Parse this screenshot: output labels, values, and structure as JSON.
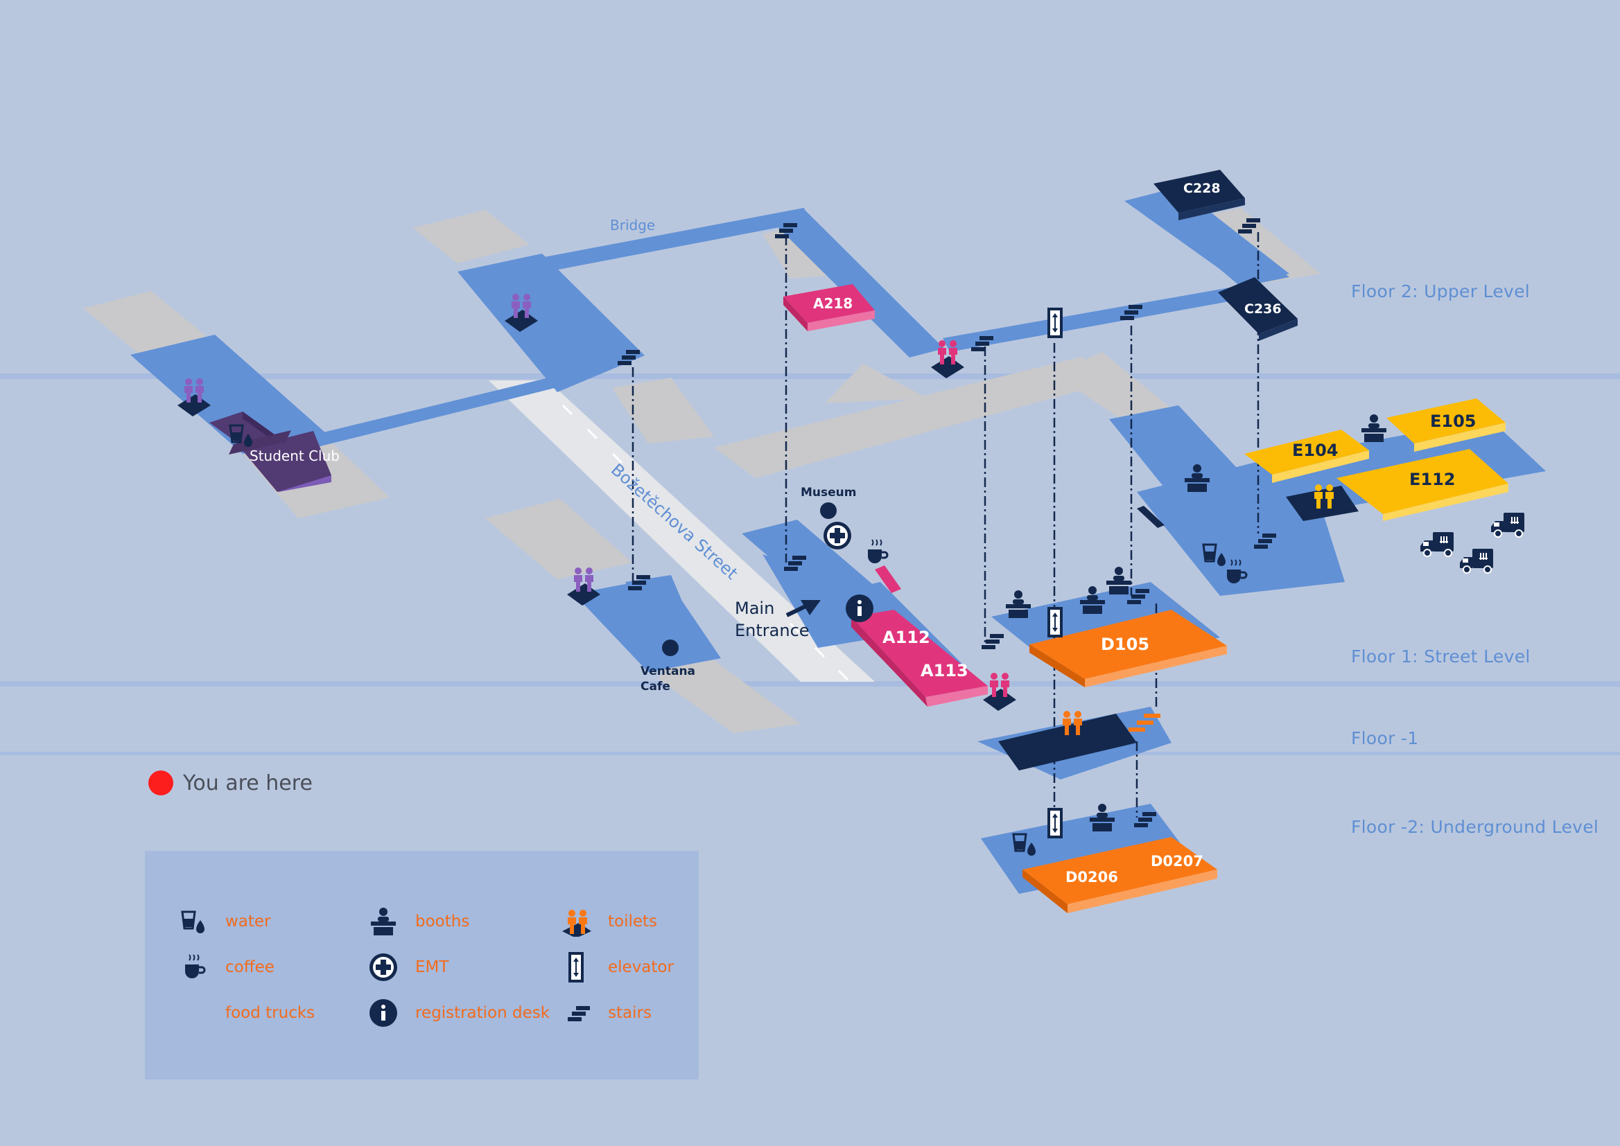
{
  "floors": {
    "upper": "Floor 2: Upper Level",
    "street": "Floor 1: Street Level",
    "minus1": "Floor -1",
    "underground": "Floor -2: Underground Level"
  },
  "places": {
    "bridge": "Bridge",
    "street": "Božetěchova Street",
    "student_club": "Student Club",
    "museum": "Museum",
    "main_entrance_line1": "Main",
    "main_entrance_line2": "Entrance",
    "ventana_line1": "Ventana",
    "ventana_line2": "Cafe"
  },
  "rooms": {
    "a218": "A218",
    "a112": "A112",
    "a113": "A113",
    "c228": "C228",
    "c236": "C236",
    "d105": "D105",
    "d0206": "D0206",
    "d0207": "D0207",
    "e104": "E104",
    "e105": "E105",
    "e112": "E112"
  },
  "you_are_here": "You are here",
  "legend": {
    "water": "water",
    "coffee": "coffee",
    "food_trucks": "food trucks",
    "booths": "booths",
    "emt": "EMT",
    "registration_desk": "registration desk",
    "toilets": "toilets",
    "elevator": "elevator",
    "stairs": "stairs"
  },
  "colors": {
    "background": "#b9c7de",
    "corridor": "#6291d6",
    "outdoor": "#c9c9cb",
    "pink_room": "#e0357c",
    "navy_room": "#13284c",
    "orange_room": "#fa7814",
    "yellow_room": "#fcbc05",
    "purple_room": "#523a73",
    "legend_text": "#f26b1d",
    "floor_label": "#5f8fd3",
    "you_are_here_dot": "#fc1d1d"
  }
}
